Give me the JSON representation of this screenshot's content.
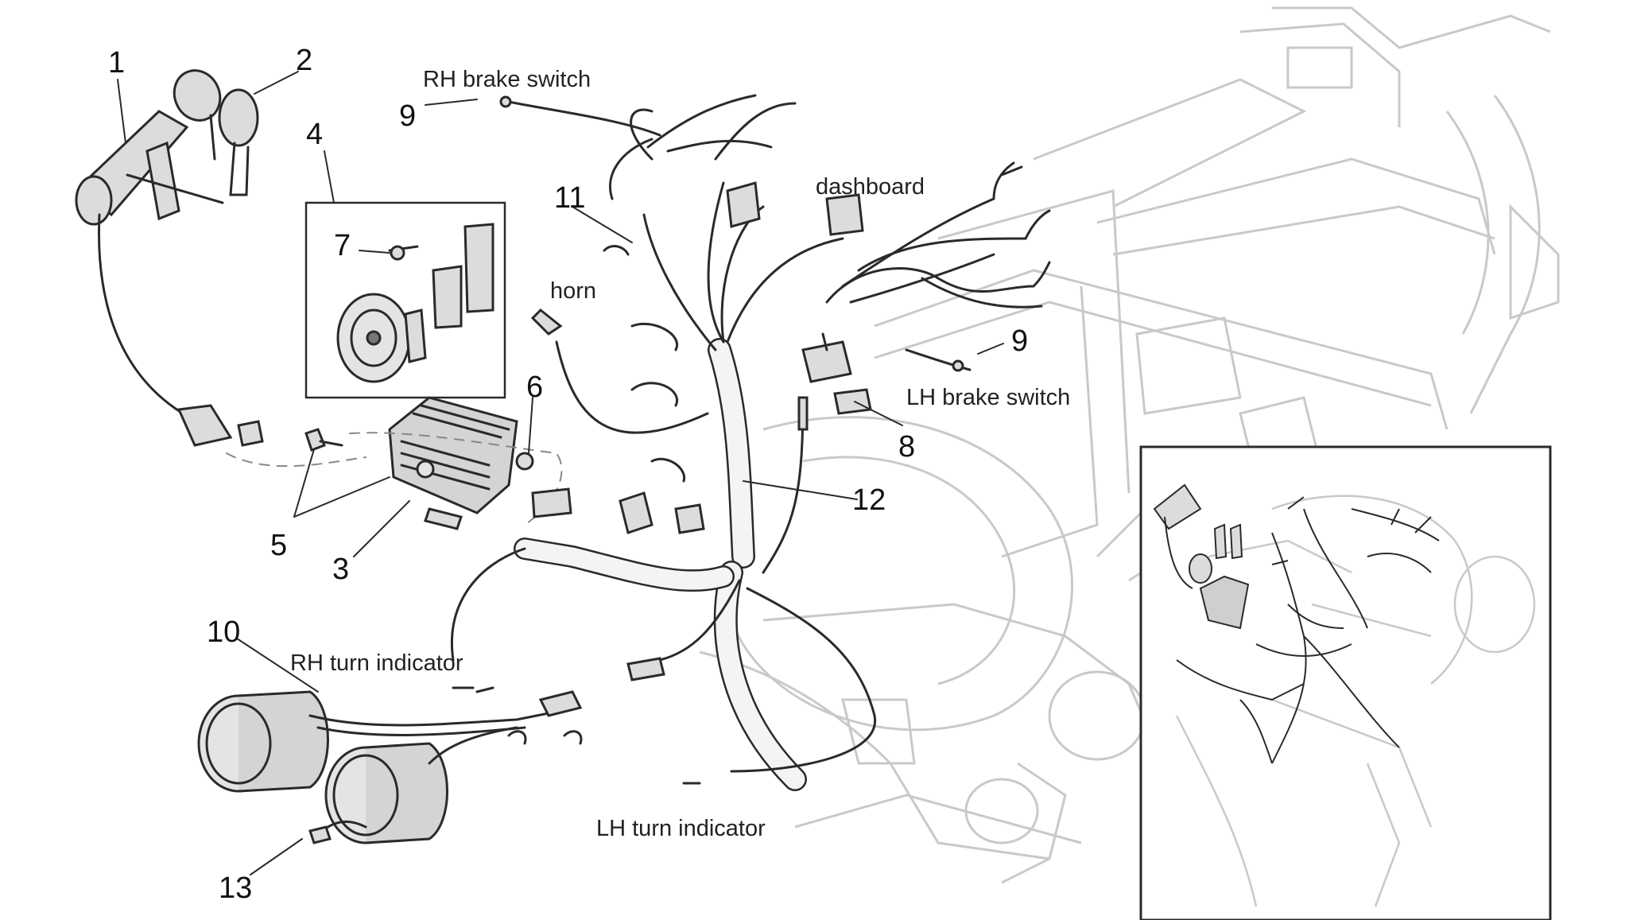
{
  "callouts": {
    "n1": "1",
    "n2": "2",
    "n3": "3",
    "n4": "4",
    "n5": "5",
    "n6": "6",
    "n7": "7",
    "n8": "8",
    "n9_rh": "9",
    "n9_lh": "9",
    "n10": "10",
    "n11": "11",
    "n12": "12",
    "n13": "13"
  },
  "labels": {
    "rh_brake_switch": "RH brake switch",
    "dashboard": "dashboard",
    "horn": "horn",
    "lh_brake_switch": "LH brake switch",
    "rh_turn_indicator": "RH turn indicator",
    "lh_turn_indicator": "LH turn indicator"
  },
  "colors": {
    "line": "#2a2a2a",
    "frame": "#c9c9c9",
    "part_fill": "#dcdcdc",
    "background": "#ffffff"
  }
}
